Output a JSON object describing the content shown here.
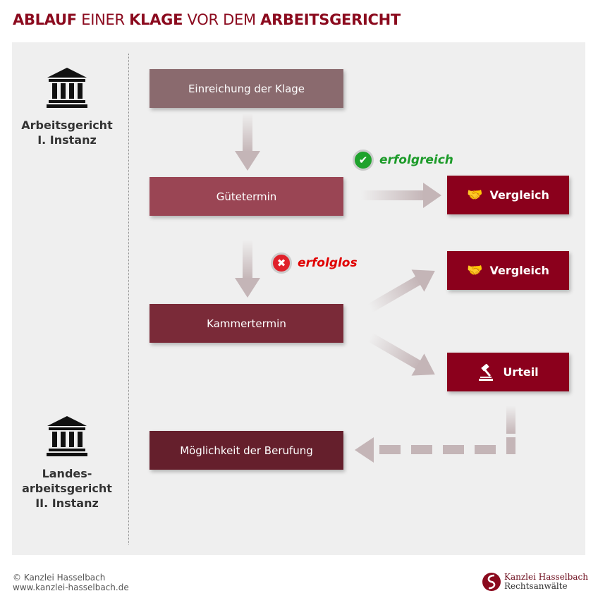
{
  "title": {
    "part1": "ABLAUF",
    "part2": " EINER ",
    "part3": "KLAGE",
    "part4": " VOR DEM ",
    "part5": "ARBEITSGERICHT"
  },
  "instances": [
    {
      "line1": "Arbeitsgericht",
      "line2": "I. Instanz"
    },
    {
      "line1": "Landes-",
      "line2": "arbeitsgericht",
      "line3": "II. Instanz"
    }
  ],
  "steps": [
    {
      "label": "Einreichung der Klage",
      "color": "#8a6a6e"
    },
    {
      "label": "Gütetermin",
      "color": "#9a4554"
    },
    {
      "label": "Kammertermin",
      "color": "#7a2a38"
    },
    {
      "label": "Möglichkeit der Berufung",
      "color": "#651f2c"
    }
  ],
  "outcomes": [
    {
      "label": "Vergleich",
      "icon": "handshake-icon"
    },
    {
      "label": "Vergleich",
      "icon": "handshake-icon"
    },
    {
      "label": "Urteil",
      "icon": "gavel-icon"
    }
  ],
  "status": {
    "success": "erfolgreich",
    "failure": "erfolglos",
    "success_color": "#1d9b2a",
    "failure_color": "#e00000"
  },
  "footer": {
    "copyright": "© Kanzlei Hasselbach",
    "url": "www.kanzlei-hasselbach.de"
  },
  "logo": {
    "line1": "Kanzlei Hasselbach",
    "line2": "Rechtsanwälte"
  }
}
